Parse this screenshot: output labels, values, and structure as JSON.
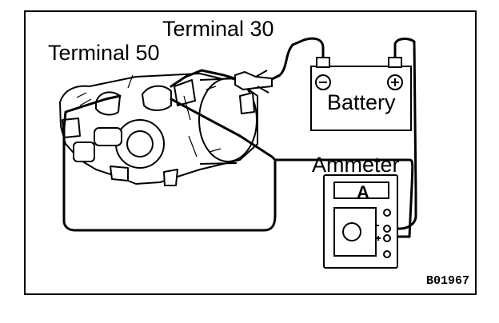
{
  "labels": {
    "terminal_30": "Terminal 30",
    "terminal_50": "Terminal 50",
    "battery": "Battery",
    "ammeter": "Ammeter",
    "ammeter_face": "A",
    "figure_code": "B01967"
  },
  "icons": [
    "starter-motor-icon",
    "battery-icon",
    "ammeter-icon",
    "minus-symbol",
    "plus-symbol",
    "alligator-clip-icon"
  ],
  "colors": {
    "ink": "#000000",
    "paper": "#ffffff"
  }
}
